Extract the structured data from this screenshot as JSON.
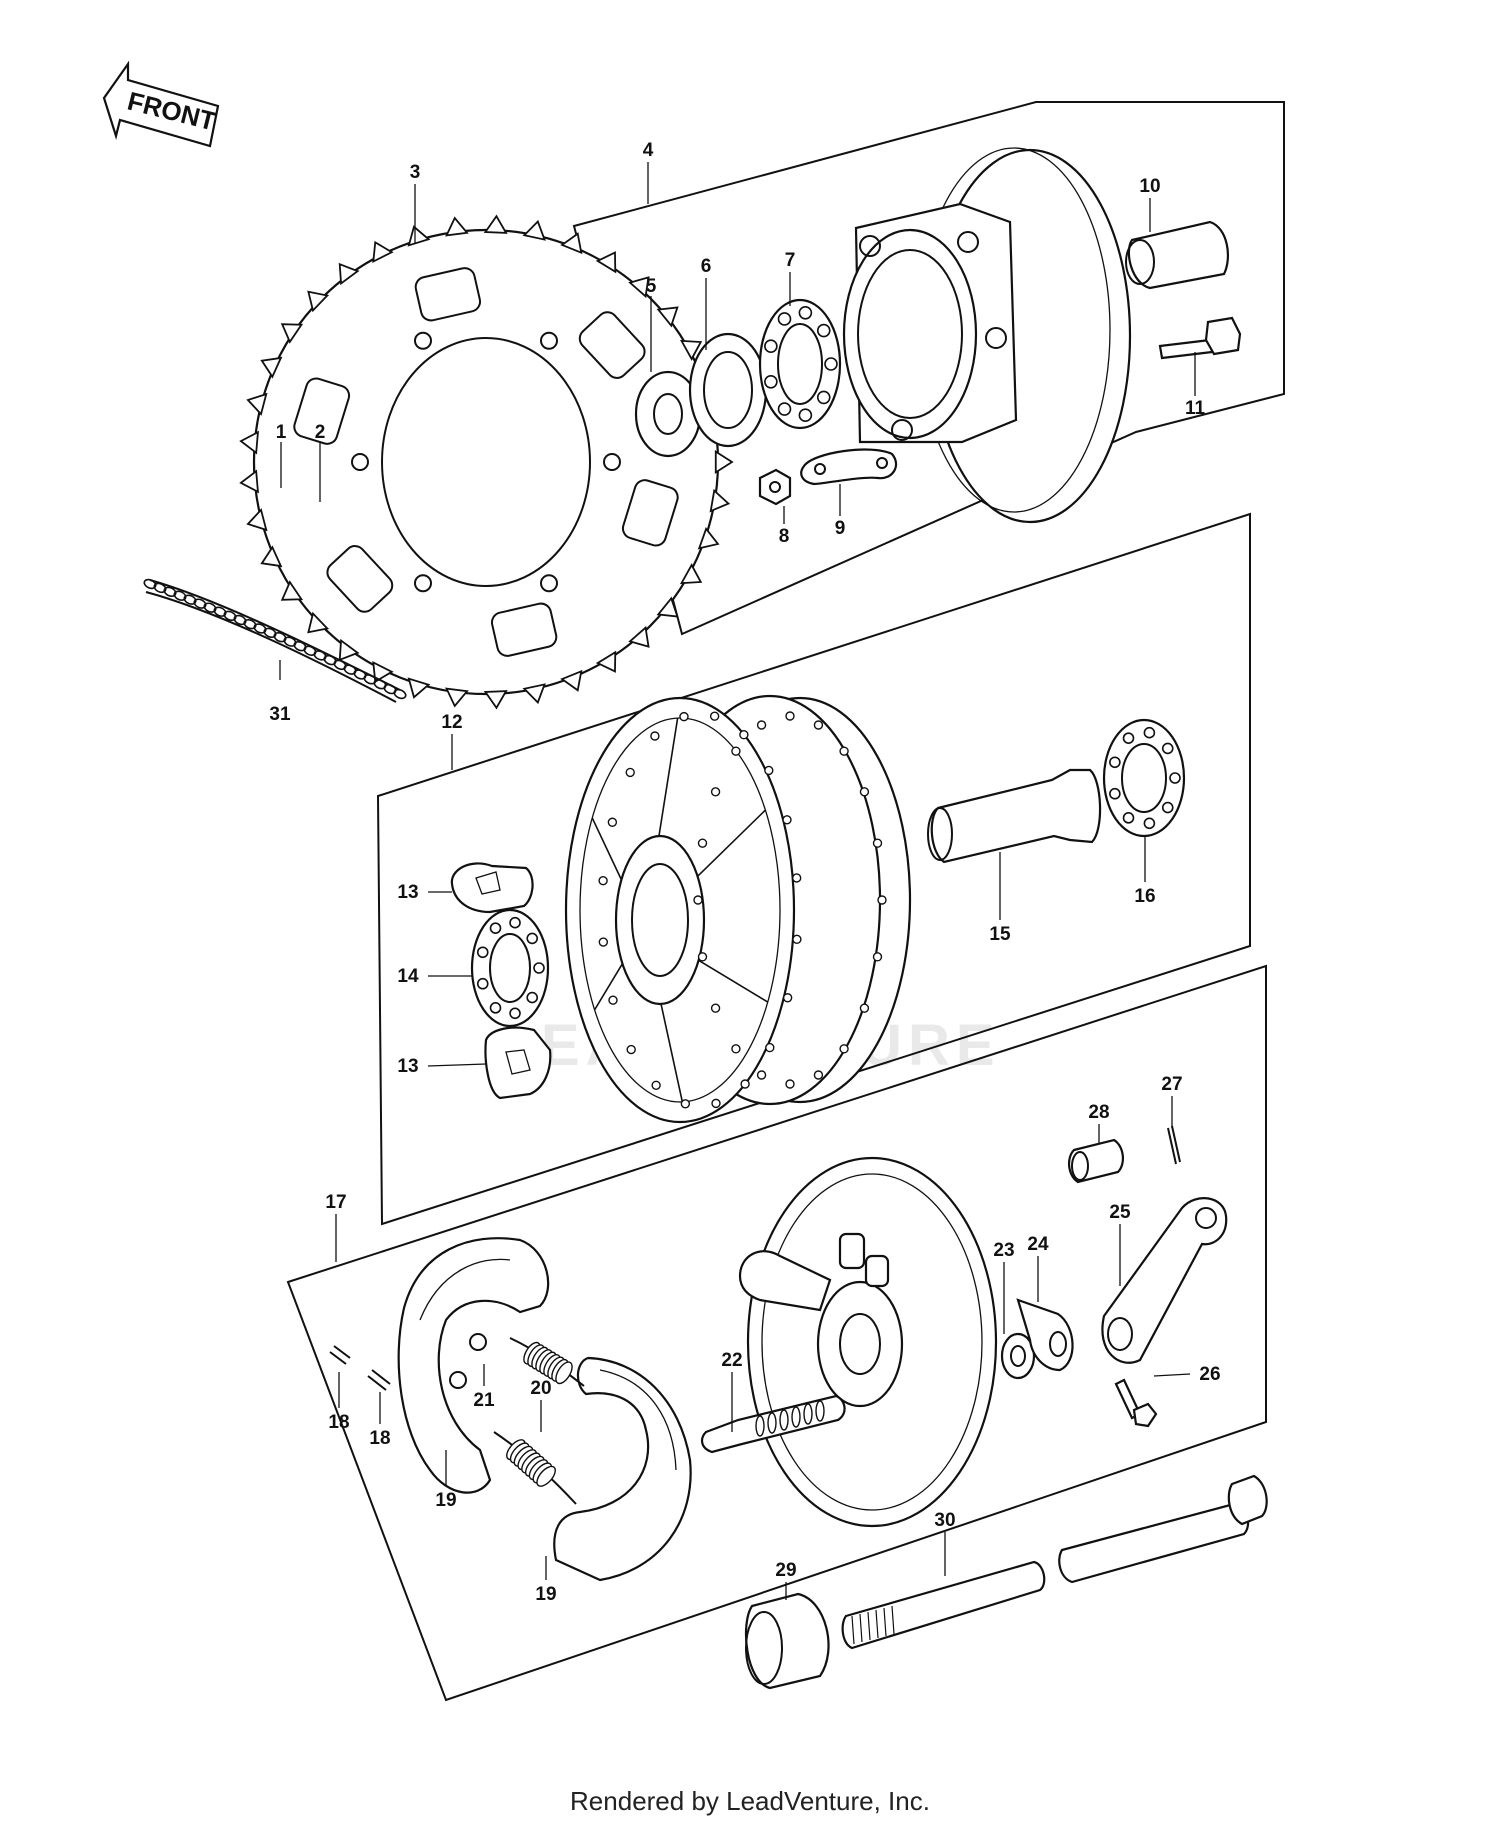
{
  "front_label": "FRONT",
  "watermark": "LEADVENTURE",
  "footer": "Rendered by LeadVenture, Inc.",
  "callouts": {
    "c1": "1",
    "c2": "2",
    "c3": "3",
    "c4": "4",
    "c5": "5",
    "c6": "6",
    "c7": "7",
    "c8": "8",
    "c9": "9",
    "c10": "10",
    "c11": "11",
    "c12": "12",
    "c13a": "13",
    "c13b": "13",
    "c14": "14",
    "c15": "15",
    "c16": "16",
    "c17": "17",
    "c18a": "18",
    "c18b": "18",
    "c19a": "19",
    "c19b": "19",
    "c20": "20",
    "c21": "21",
    "c22": "22",
    "c23": "23",
    "c24": "24",
    "c25": "25",
    "c26": "26",
    "c27": "27",
    "c28": "28",
    "c29": "29",
    "c30": "30",
    "c31": "31"
  }
}
